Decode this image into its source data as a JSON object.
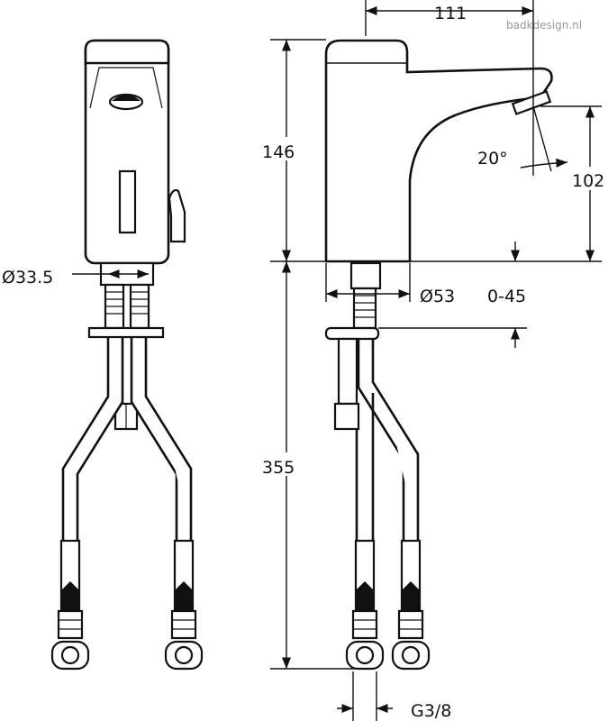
{
  "watermark": "badkdesign.nl",
  "dimensions": {
    "spout_reach": "111",
    "body_height": "146",
    "spout_height": "102",
    "spout_angle": "20°",
    "inlet_diameter": "Ø33.5",
    "base_diameter": "Ø53",
    "deck_thickness": "0-45",
    "hose_length": "355",
    "connection_thread": "G3/8"
  },
  "colors": {
    "line": "#111111",
    "watermark": "#9a9a9a",
    "background": "#ffffff"
  }
}
